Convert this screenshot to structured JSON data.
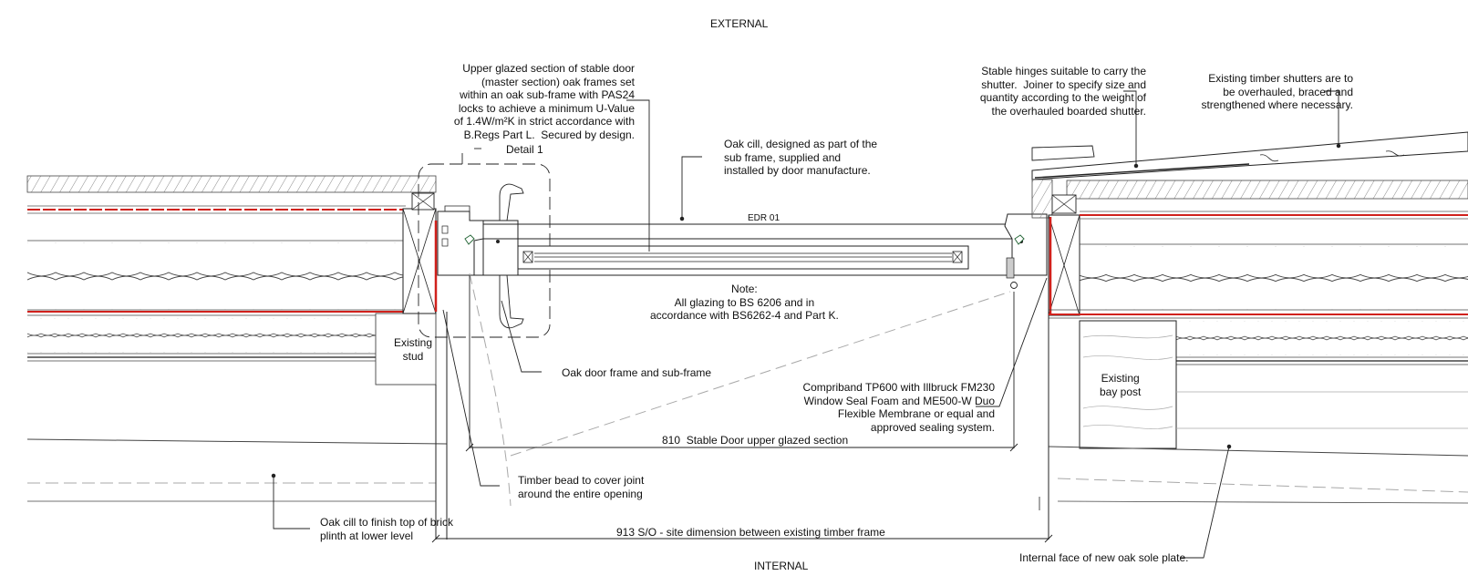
{
  "labels": {
    "external": "EXTERNAL",
    "internal": "INTERNAL",
    "upper_glazed": "Upper glazed section of stable door\n(master section) oak frames set\nwithin an oak sub-frame with PAS24\nlocks to achieve a minimum U-Value\nof 1.4W/m²K in strict accordance with\nB.Regs Part L.  Secured by design.",
    "detail": "Detail 1",
    "oak_cill": "Oak cill, designed as part of the\nsub frame, supplied and\ninstalled by door manufacture.",
    "edr": "EDR 01",
    "note": "Note:\nAll glazing to BS 6206 and in\naccordance with BS6262-4 and Part K.",
    "stable_hinges": "Stable hinges suitable to carry the\nshutter.  Joiner to specify size and\nquantity according to the weight of\nthe overhauled boarded shutter.",
    "existing_shutters": "Existing timber shutters are to\nbe overhauled, braced and\nstrengthened where necessary.",
    "existing_stud": "Existing\nstud",
    "oak_door_frame": "Oak door frame and sub-frame",
    "compriband": "Compriband TP600 with Illbruck FM230\nWindow Seal Foam and ME500-W Duo\nFlexible Membrane or equal and\napproved sealing system.",
    "existing_bay_post": "Existing\nbay post",
    "dim_810": "810  Stable Door upper glazed section",
    "timber_bead": "Timber bead to cover joint\naround the entire opening",
    "oak_cill_finish": "Oak cill to finish top of brick\nplinth at lower level",
    "dim_913": "913 S/O - site dimension between existing timber frame",
    "internal_face": "Internal face of new oak sole plate."
  },
  "colors": {
    "line": "#222222",
    "membrane": "#d0211c",
    "dashed": "#a8a8a8",
    "hatch": "#8a8a8a"
  }
}
